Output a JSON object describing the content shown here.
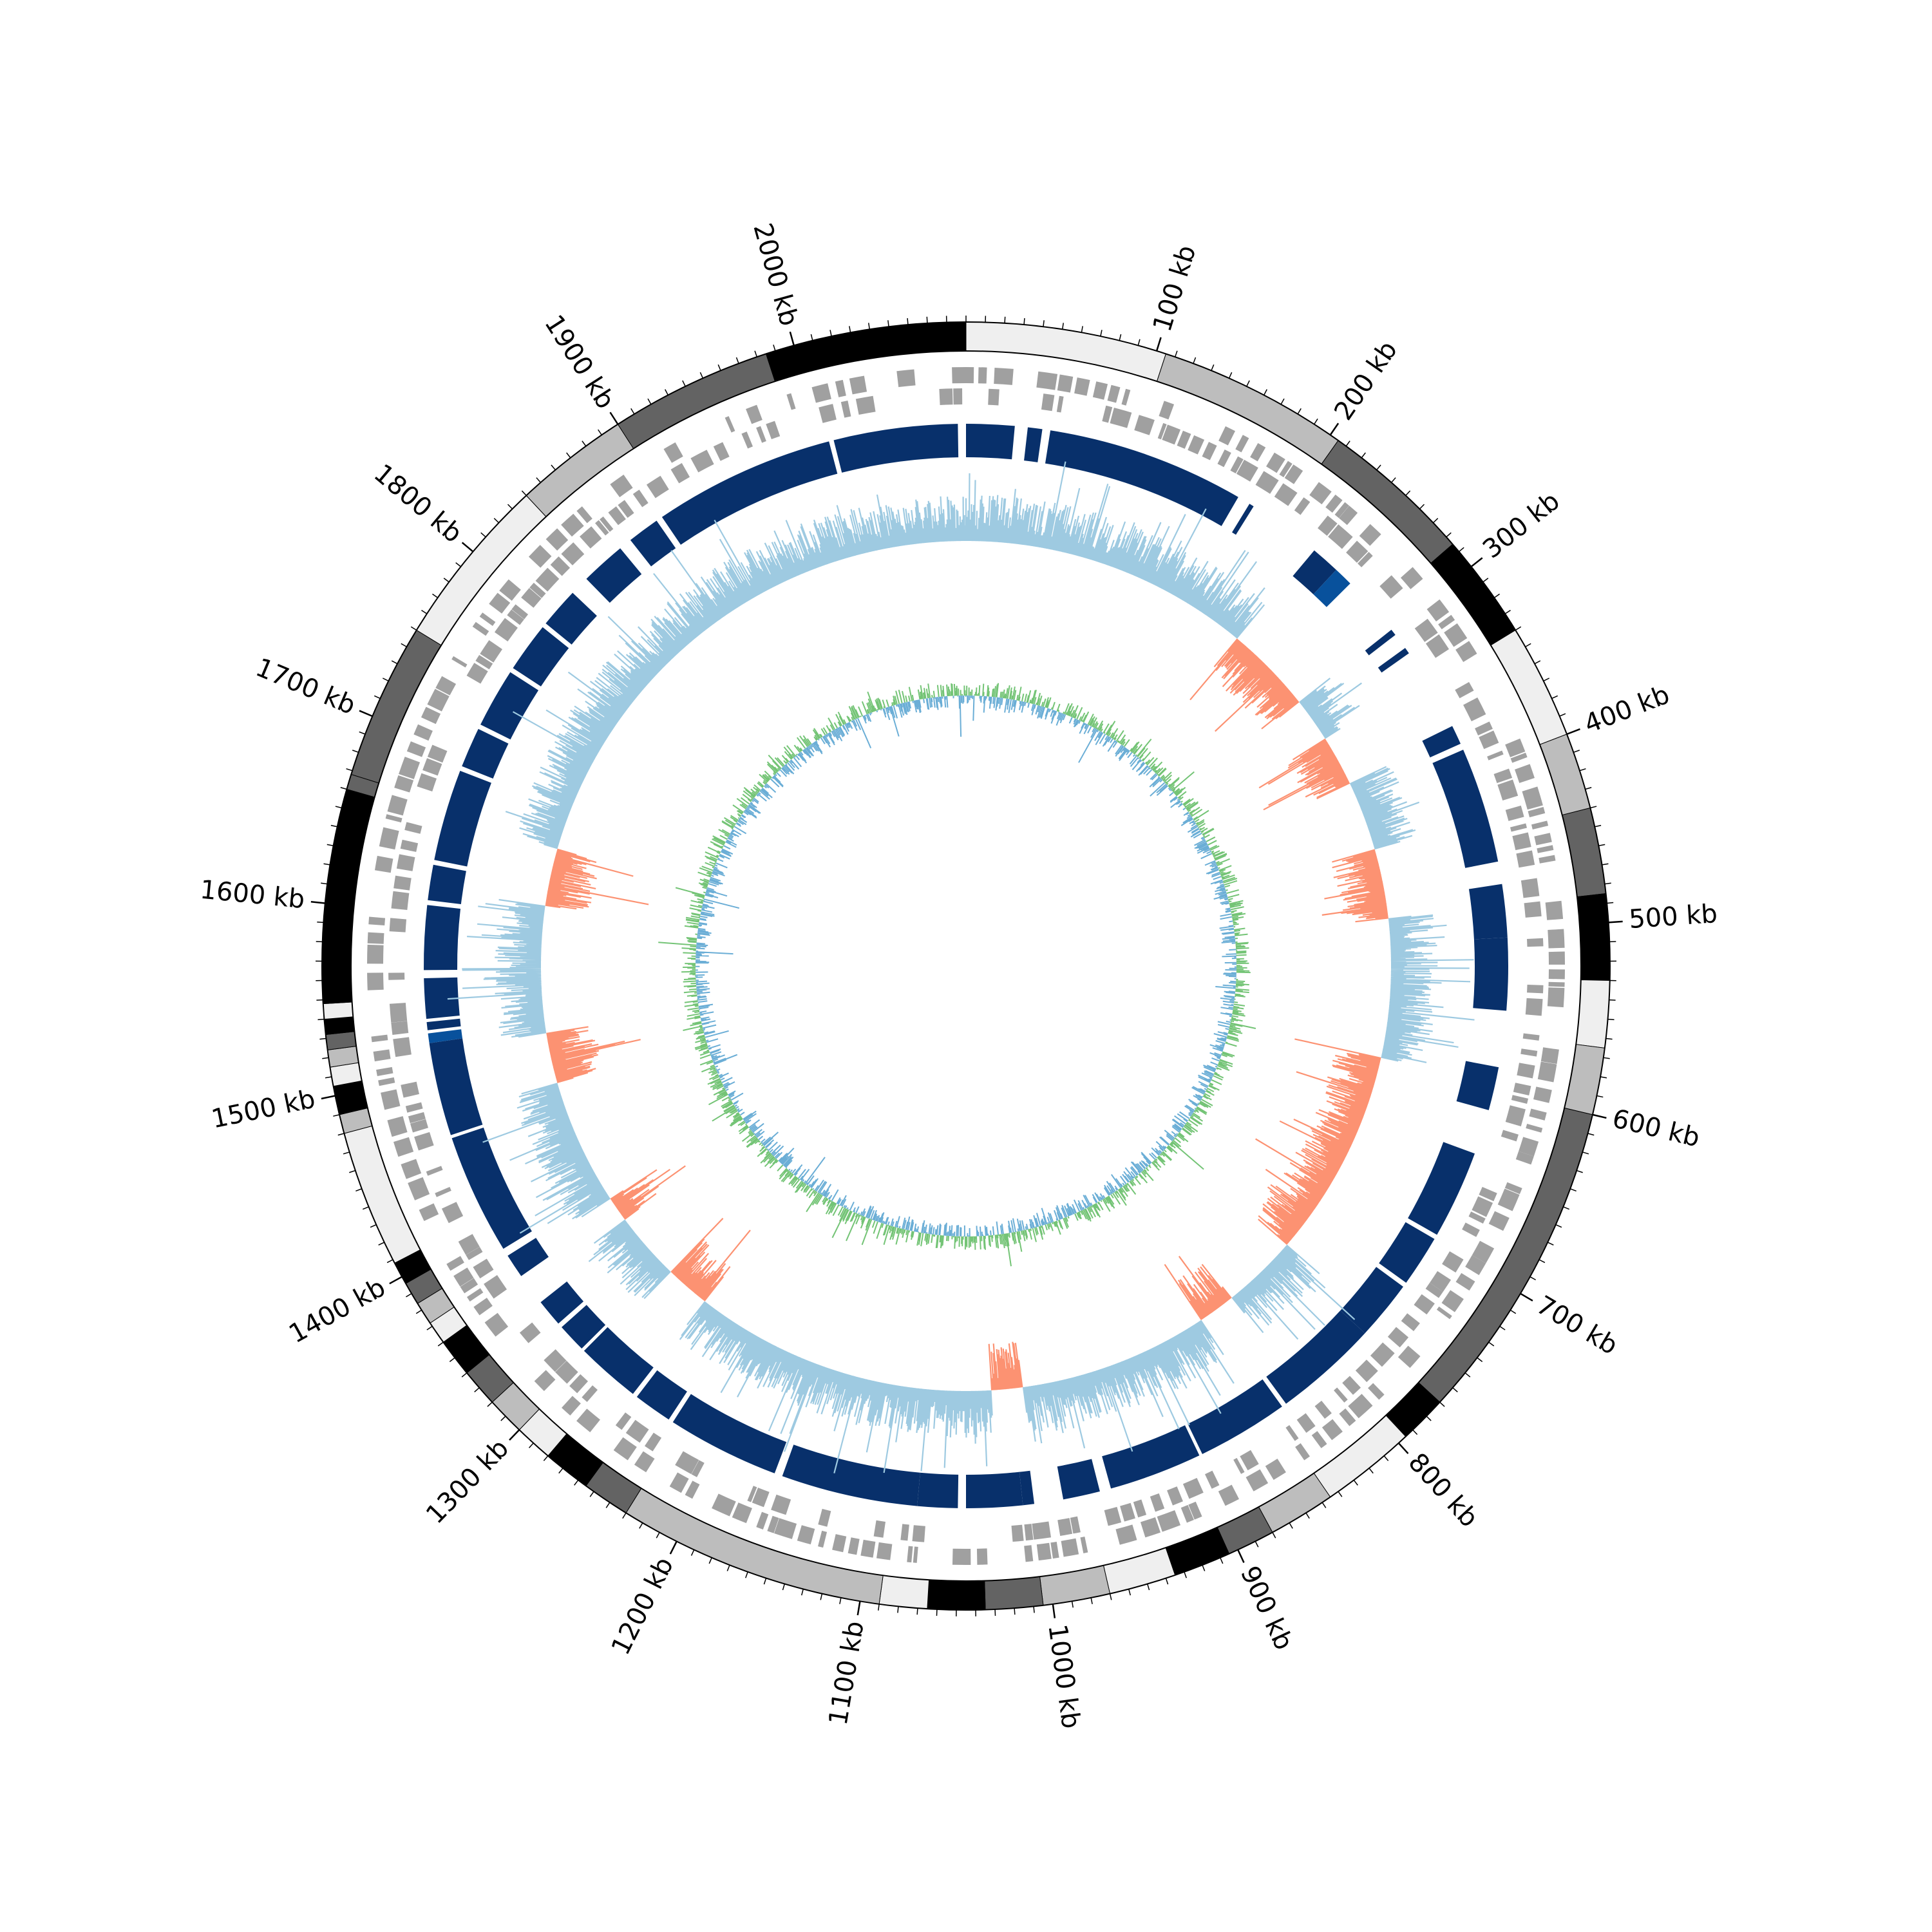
{
  "chart_data": {
    "type": "circos",
    "genome_length_kb": 2090,
    "axis": {
      "tick_labels": [
        "100 kb",
        "200 kb",
        "300 kb",
        "400 kb",
        "500 kb",
        "600 kb",
        "700 kb",
        "800 kb",
        "900 kb",
        "1000 kb",
        "1100 kb",
        "1200 kb",
        "1300 kb",
        "1400 kb",
        "1500 kb",
        "1600 kb",
        "1700 kb",
        "1800 kb",
        "1900 kb",
        "2000 kb"
      ],
      "major_tick_values_kb": [
        100,
        200,
        300,
        400,
        500,
        600,
        700,
        800,
        900,
        1000,
        1100,
        1200,
        1300,
        1400,
        1500,
        1600,
        1700,
        1800,
        1900,
        2000
      ],
      "minor_tick_step_kb": 10
    },
    "contig_ring": {
      "segments": [
        {
          "start": 0,
          "end": 105,
          "shade": "#efefef"
        },
        {
          "start": 105,
          "end": 205,
          "shade": "#bdbdbd"
        },
        {
          "start": 205,
          "end": 285,
          "shade": "#636363"
        },
        {
          "start": 285,
          "end": 340,
          "shade": "#000000"
        },
        {
          "start": 340,
          "end": 400,
          "shade": "#efefef"
        },
        {
          "start": 400,
          "end": 440,
          "shade": "#bdbdbd"
        },
        {
          "start": 440,
          "end": 485,
          "shade": "#636363"
        },
        {
          "start": 485,
          "end": 530,
          "shade": "#000000"
        },
        {
          "start": 530,
          "end": 565,
          "shade": "#efefef"
        },
        {
          "start": 565,
          "end": 600,
          "shade": "#bdbdbd"
        },
        {
          "start": 600,
          "end": 770,
          "shade": "#636363"
        },
        {
          "start": 770,
          "end": 795,
          "shade": "#000000"
        },
        {
          "start": 795,
          "end": 845,
          "shade": "#efefef"
        },
        {
          "start": 845,
          "end": 880,
          "shade": "#bdbdbd"
        },
        {
          "start": 880,
          "end": 905,
          "shade": "#636363"
        },
        {
          "start": 905,
          "end": 935,
          "shade": "#000000"
        },
        {
          "start": 935,
          "end": 970,
          "shade": "#efefef"
        },
        {
          "start": 970,
          "end": 1005,
          "shade": "#bdbdbd"
        },
        {
          "start": 1005,
          "end": 1035,
          "shade": "#636363"
        },
        {
          "start": 1035,
          "end": 1065,
          "shade": "#000000"
        },
        {
          "start": 1065,
          "end": 1090,
          "shade": "#efefef"
        },
        {
          "start": 1090,
          "end": 1230,
          "shade": "#bdbdbd"
        },
        {
          "start": 1230,
          "end": 1255,
          "shade": "#636363"
        },
        {
          "start": 1255,
          "end": 1280,
          "shade": "#000000"
        },
        {
          "start": 1280,
          "end": 1300,
          "shade": "#efefef"
        },
        {
          "start": 1300,
          "end": 1320,
          "shade": "#bdbdbd"
        },
        {
          "start": 1320,
          "end": 1340,
          "shade": "#636363"
        },
        {
          "start": 1340,
          "end": 1360,
          "shade": "#000000"
        },
        {
          "start": 1360,
          "end": 1372,
          "shade": "#efefef"
        },
        {
          "start": 1372,
          "end": 1384,
          "shade": "#bdbdbd"
        },
        {
          "start": 1384,
          "end": 1396,
          "shade": "#636363"
        },
        {
          "start": 1396,
          "end": 1408,
          "shade": "#000000"
        },
        {
          "start": 1408,
          "end": 1480,
          "shade": "#efefef"
        },
        {
          "start": 1480,
          "end": 1490,
          "shade": "#bdbdbd"
        },
        {
          "start": 1490,
          "end": 1505,
          "shade": "#000000"
        },
        {
          "start": 1505,
          "end": 1515,
          "shade": "#efefef"
        },
        {
          "start": 1515,
          "end": 1524,
          "shade": "#bdbdbd"
        },
        {
          "start": 1524,
          "end": 1532,
          "shade": "#636363"
        },
        {
          "start": 1532,
          "end": 1540,
          "shade": "#000000"
        },
        {
          "start": 1540,
          "end": 1548,
          "shade": "#efefef"
        },
        {
          "start": 1548,
          "end": 1555,
          "shade": "#000000"
        },
        {
          "start": 1555,
          "end": 1660,
          "shade": "#000000"
        },
        {
          "start": 1660,
          "end": 1668,
          "shade": "#636363"
        },
        {
          "start": 1668,
          "end": 1750,
          "shade": "#636363"
        },
        {
          "start": 1750,
          "end": 1840,
          "shade": "#efefef"
        },
        {
          "start": 1840,
          "end": 1900,
          "shade": "#bdbdbd"
        },
        {
          "start": 1900,
          "end": 1985,
          "shade": "#636363"
        },
        {
          "start": 1985,
          "end": 2090,
          "shade": "#000000"
        }
      ]
    },
    "blast_hit_ring": {
      "color": "#08306b",
      "segments": [
        {
          "start": 0,
          "end": 30
        },
        {
          "start": 38,
          "end": 47
        },
        {
          "start": 52,
          "end": 175
        },
        {
          "start": 183,
          "end": 186
        },
        {
          "start": 232,
          "end": 250
        },
        {
          "start": 250,
          "end": 262,
          "color": "#08519c"
        },
        {
          "start": 300,
          "end": 304
        },
        {
          "start": 314,
          "end": 318
        },
        {
          "start": 370,
          "end": 382
        },
        {
          "start": 386,
          "end": 458
        },
        {
          "start": 472,
          "end": 505
        },
        {
          "start": 505,
          "end": 550
        },
        {
          "start": 585,
          "end": 612
        },
        {
          "start": 640,
          "end": 695
        },
        {
          "start": 698,
          "end": 730
        },
        {
          "start": 733,
          "end": 770
        },
        {
          "start": 770,
          "end": 835
        },
        {
          "start": 838,
          "end": 895
        },
        {
          "start": 897,
          "end": 955
        },
        {
          "start": 962,
          "end": 985
        },
        {
          "start": 1003,
          "end": 1010
        },
        {
          "start": 1010,
          "end": 1045
        },
        {
          "start": 1050,
          "end": 1075
        },
        {
          "start": 1075,
          "end": 1160
        },
        {
          "start": 1165,
          "end": 1235
        },
        {
          "start": 1238,
          "end": 1262
        },
        {
          "start": 1265,
          "end": 1305
        },
        {
          "start": 1307,
          "end": 1325
        },
        {
          "start": 1328,
          "end": 1345
        },
        {
          "start": 1365,
          "end": 1380
        },
        {
          "start": 1385,
          "end": 1460
        },
        {
          "start": 1462,
          "end": 1520
        },
        {
          "start": 1520,
          "end": 1526,
          "color": "#08519c"
        },
        {
          "start": 1528,
          "end": 1533
        },
        {
          "start": 1535,
          "end": 1560
        },
        {
          "start": 1565,
          "end": 1605
        },
        {
          "start": 1608,
          "end": 1630
        },
        {
          "start": 1633,
          "end": 1690
        },
        {
          "start": 1693,
          "end": 1718
        },
        {
          "start": 1721,
          "end": 1758
        },
        {
          "start": 1761,
          "end": 1792
        },
        {
          "start": 1795,
          "end": 1820
        },
        {
          "start": 1832,
          "end": 1860
        },
        {
          "start": 1868,
          "end": 1888
        },
        {
          "start": 1892,
          "end": 2005
        },
        {
          "start": 2008,
          "end": 2085
        }
      ]
    },
    "gc_content_ring": {
      "above_color": "#9ecae1",
      "below_color": "#fc9272",
      "below_regions_kb": [
        [
          230,
          300
        ],
        [
          335,
          375
        ],
        [
          430,
          485
        ],
        [
          595,
          760
        ],
        [
          820,
          850
        ],
        [
          1000,
          1025
        ],
        [
          1265,
          1300
        ],
        [
          1355,
          1375
        ],
        [
          1475,
          1515
        ],
        [
          1615,
          1660
        ]
      ]
    },
    "gc_skew_ring": {
      "positive_color": "#74c476",
      "negative_color": "#6baed6"
    }
  }
}
